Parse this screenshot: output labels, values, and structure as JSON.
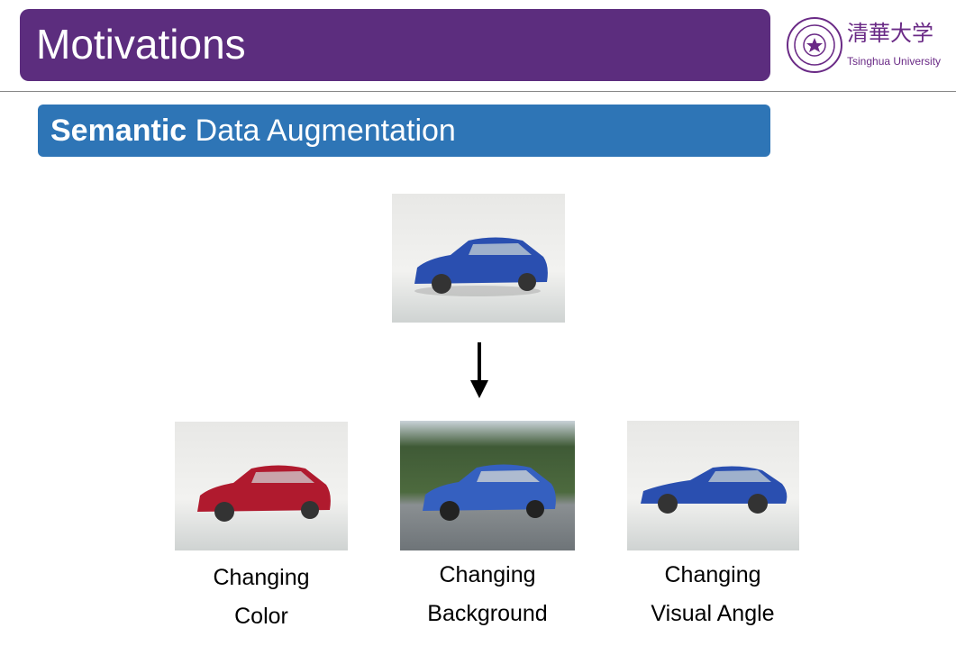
{
  "header": {
    "title": "Motivations",
    "logo_cn": "清華大学",
    "logo_en": "Tsinghua University"
  },
  "subtitle": {
    "bold": "Semantic",
    "rest": " Data Augmentation"
  },
  "colors": {
    "title_bar": "#5c2d7e",
    "subtitle_bar": "#2e75b6",
    "car_blue": "#2a4fb0",
    "car_red": "#b01a2e"
  },
  "captions": [
    {
      "line1": "Changing",
      "line2": "Color"
    },
    {
      "line1": "Changing",
      "line2": "Background"
    },
    {
      "line1": "Changing",
      "line2": "Visual Angle"
    }
  ]
}
